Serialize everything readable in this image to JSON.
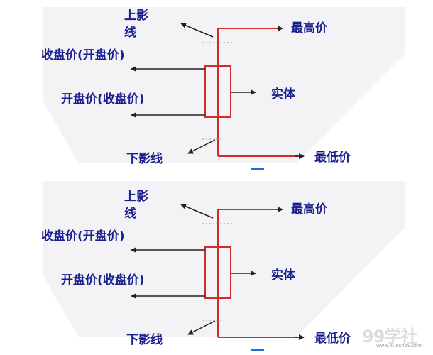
{
  "diagrams": [
    {
      "labels": {
        "upper_shadow": "上影线",
        "close_price": "收盘价(开盘价)",
        "open_price": "开盘价(收盘价)",
        "lower_shadow": "下影线",
        "high_price": "最高价",
        "body": "实体",
        "low_price": "最低价"
      }
    },
    {
      "labels": {
        "upper_shadow": "上影线",
        "close_price": "收盘价(开盘价)",
        "open_price": "开盘价(收盘价)",
        "lower_shadow": "下影线",
        "high_price": "最高价",
        "body": "实体",
        "low_price": "最低价"
      }
    }
  ],
  "colors": {
    "label_text": "#1a1f8f",
    "arrow": "#222222",
    "candle": "#d62a2a"
  },
  "watermark": {
    "logo": "99学社",
    "url": "www.xueshe9.com"
  }
}
